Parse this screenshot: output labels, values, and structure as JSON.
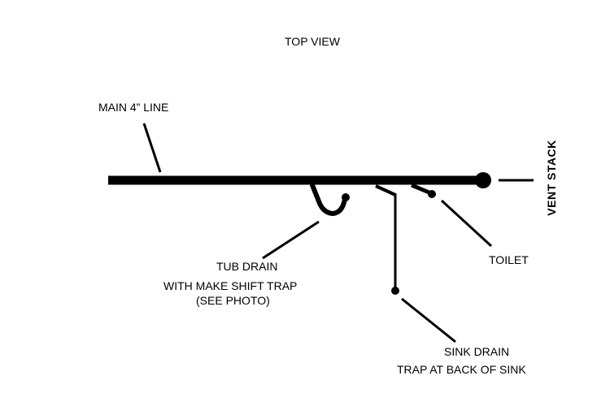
{
  "title": "TOP VIEW",
  "labels": {
    "main_line": "MAIN 4” LINE",
    "vent_stack": "VENT STACK",
    "tub_drain": "TUB DRAIN",
    "tub_trap_note": "WITH MAKE SHIFT TRAP",
    "tub_photo_note": "(SEE PHOTO)",
    "toilet": "TOILET",
    "sink_drain": "SINK DRAIN",
    "sink_trap_note": "TRAP AT BACK OF SINK"
  },
  "colors": {
    "stroke": "#000000",
    "background": "#ffffff"
  }
}
